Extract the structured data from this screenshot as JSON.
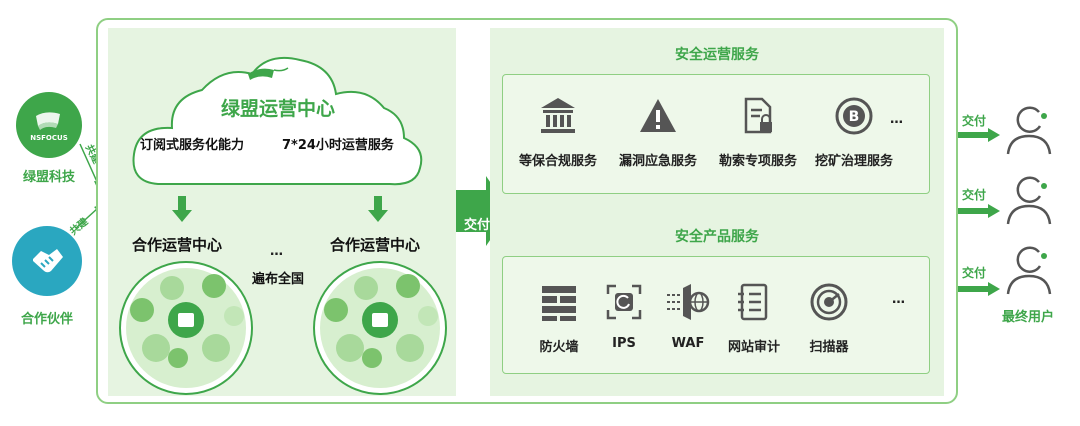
{
  "left": {
    "nsfocus_logo_text": "NSFOCUS",
    "nsfocus_label": "绿盟科技",
    "partner_label": "合作伙伴",
    "build_label_1": "共建",
    "build_label_2": "共建"
  },
  "cloud": {
    "title": "绿盟运营中心",
    "capability_1": "订阅式服务化能力",
    "capability_2": "7*24小时运营服务"
  },
  "partner_centers": {
    "left_title": "合作运营中心",
    "right_title": "合作运营中心",
    "ellipsis": "…",
    "nationwide": "遍布全国"
  },
  "delivery_center": "交付",
  "ops_services": {
    "title": "安全运营服务",
    "items": [
      {
        "label": "等保合规服务",
        "icon": "bank-icon"
      },
      {
        "label": "漏洞应急服务",
        "icon": "warning-icon"
      },
      {
        "label": "勒索专项服务",
        "icon": "locked-document-icon"
      },
      {
        "label": "挖矿治理服务",
        "icon": "bitcoin-icon"
      }
    ],
    "more": "…"
  },
  "product_services": {
    "title": "安全产品服务",
    "items": [
      {
        "label": "防火墙",
        "icon": "firewall-icon"
      },
      {
        "label": "IPS",
        "icon": "ips-icon"
      },
      {
        "label": "WAF",
        "icon": "waf-icon"
      },
      {
        "label": "网站审计",
        "icon": "audit-icon"
      },
      {
        "label": "扫描器",
        "icon": "scanner-icon"
      }
    ],
    "more": "…"
  },
  "users": {
    "deliver_1": "交付",
    "deliver_2": "交付",
    "deliver_3": "交付",
    "label": "最终用户"
  },
  "colors": {
    "primary_green": "#3ea64a",
    "light_green": "#e6f4e1",
    "border_green": "#8fcf83",
    "partner_blue": "#2aa7c0"
  }
}
